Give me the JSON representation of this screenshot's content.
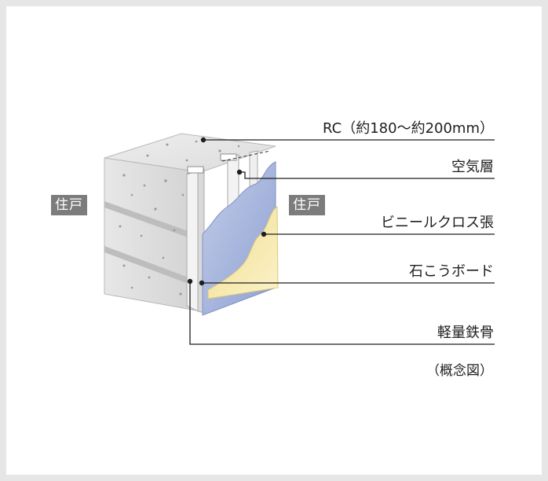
{
  "labels": {
    "unit_left": "住戸",
    "unit_right": "住戸",
    "rc": "RC（約180〜約200mm）",
    "air_layer": "空気層",
    "vinyl_cloth": "ビニールクロス張",
    "gypsum_board": "石こうボード",
    "light_steel": "軽量鉄骨",
    "note": "（概念図）"
  },
  "colors": {
    "background": "#e6e6e6",
    "panel": "#ffffff",
    "tag": "#7c7c7c",
    "concrete": "#d7d7d7",
    "board_blue": "#9fb0d8",
    "cloth_yellow": "#f5e7a6"
  }
}
